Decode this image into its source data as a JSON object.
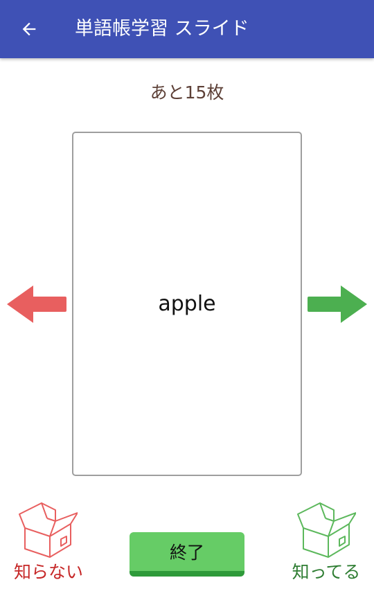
{
  "header": {
    "title": "単語帳学習 スライド",
    "back_icon": "arrow-left-icon",
    "background": "#3f51b5"
  },
  "counter": {
    "text": "あと15枚"
  },
  "card": {
    "word": "apple"
  },
  "swipe": {
    "left_icon": "arrow-left-red-icon",
    "right_icon": "arrow-right-green-icon",
    "unknown_label": "知らない",
    "known_label": "知ってる",
    "unknown_color": "#e85f5f",
    "known_color": "#4caf50"
  },
  "footer": {
    "finish_label": "終了"
  }
}
